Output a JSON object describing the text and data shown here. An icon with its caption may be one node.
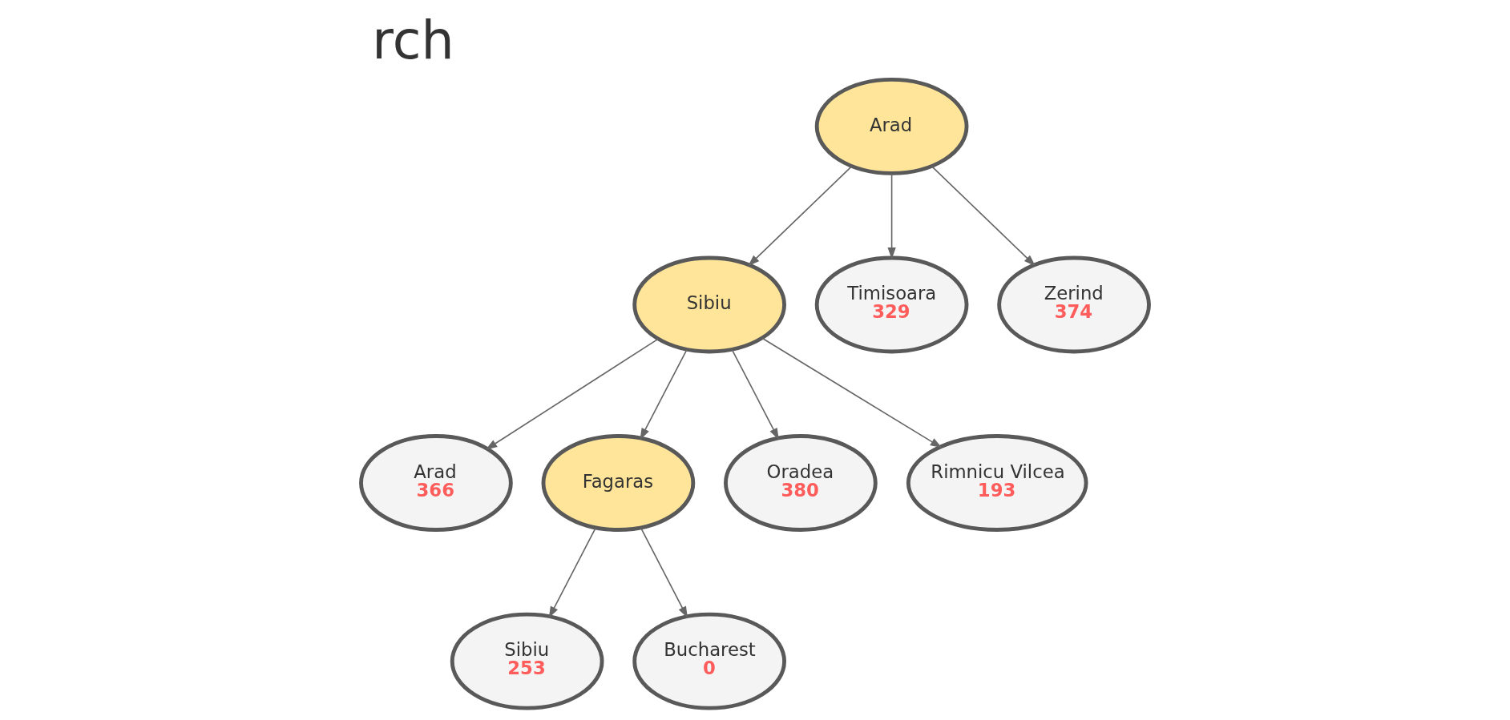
{
  "diagram": {
    "title": "rch",
    "nodes": [
      {
        "text": [
          "Arad"
        ]
      },
      {
        "text": [
          "Sibiu"
        ]
      },
      {
        "text": [
          "Timisoara",
          "329"
        ]
      },
      {
        "text": [
          "Zerind",
          "374"
        ]
      },
      {
        "text": [
          "Arad",
          "366"
        ]
      },
      {
        "text": [
          "Fagaras"
        ]
      },
      {
        "text": [
          "Oradea",
          "380"
        ]
      },
      {
        "text": [
          "Rimnicu Vilcea",
          "193"
        ]
      },
      {
        "text": [
          "Sibiu",
          "253"
        ]
      },
      {
        "text": [
          "Bucharest",
          "0"
        ]
      }
    ],
    "edges": [
      {
        "from": 0,
        "to": 1,
        "arrow": "to"
      },
      {
        "from": 0,
        "to": 2,
        "arrow": "to"
      },
      {
        "from": 0,
        "to": 3,
        "arrow": "to"
      },
      {
        "from": 1,
        "to": 4,
        "arrow": "to"
      },
      {
        "from": 1,
        "to": 5,
        "arrow": "to"
      },
      {
        "from": 1,
        "to": 6,
        "arrow": "to"
      },
      {
        "from": 1,
        "to": 7,
        "arrow": "to"
      },
      {
        "from": 5,
        "to": 8,
        "arrow": "to"
      },
      {
        "from": 5,
        "to": 9,
        "arrow": "to"
      }
    ]
  }
}
